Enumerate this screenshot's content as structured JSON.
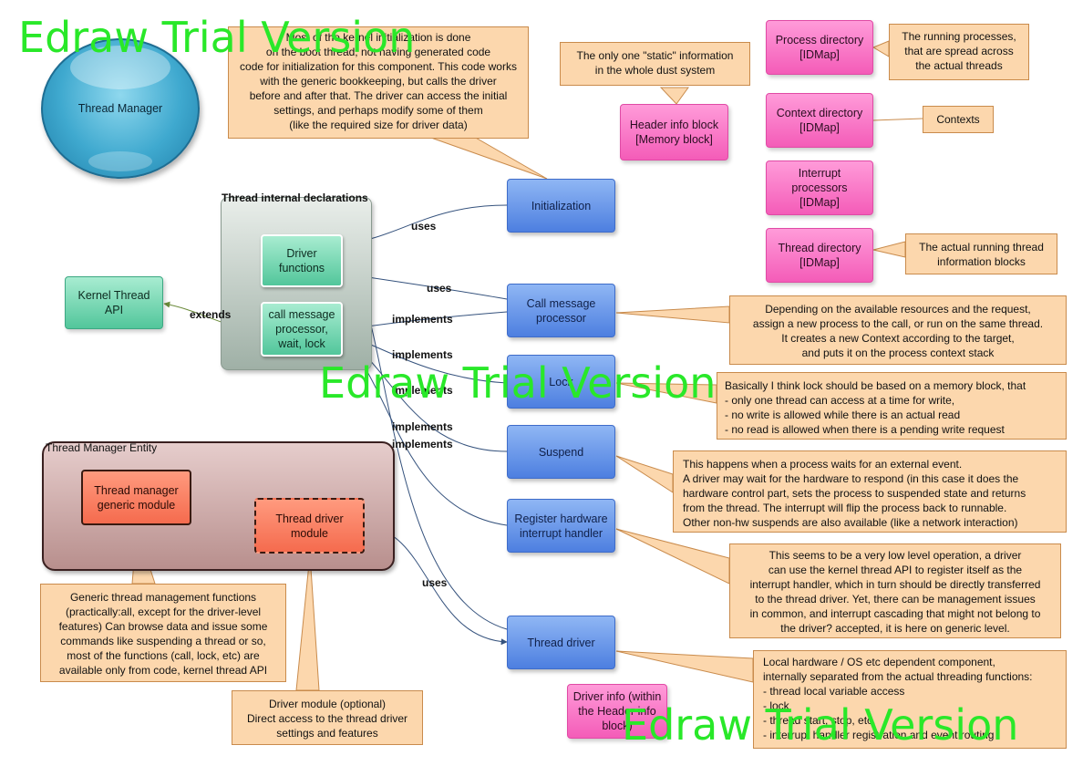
{
  "watermark": "Edraw Trial Version",
  "thread_manager": "Thread Manager",
  "group_declarations": "Thread internal declarations",
  "group_entity": "Thread Manager Entity",
  "nodes": {
    "driver_functions": "Driver functions",
    "call_message_processor_internal": "call message processor, wait, lock",
    "kernel_thread_api": "Kernel Thread API",
    "initialization": "Initialization",
    "call_message_processor": "Call message processor",
    "lock": "Lock",
    "suspend": "Suspend",
    "register_hw_interrupt": "Register hardware interrupt handler",
    "thread_driver": "Thread driver",
    "thread_manager_generic": "Thread manager generic module",
    "thread_driver_module": "Thread driver module",
    "header_info_block": "Header info block [Memory block]",
    "process_directory": "Process directory [IDMap]",
    "context_directory": "Context directory [IDMap]",
    "interrupt_processors": "Interrupt processors [IDMap]",
    "thread_directory": "Thread directory [IDMap]",
    "driver_info": "Driver info (within the Header info block)"
  },
  "edge_labels": {
    "uses_init": "uses",
    "uses_call": "uses",
    "extends": "extends",
    "implements_1": "implements",
    "implements_2": "implements",
    "implements_3": "implements",
    "implements_4": "implements",
    "implements_5": "implements",
    "uses_driver": "uses"
  },
  "notes": {
    "initialization_note": "Most of the kernel initialization is done\non the boot thread, not having generated code\ncode for initialization for this component. This code works\nwith the generic bookkeeping, but calls the driver\nbefore and after that. The driver can access the initial\nsettings, and perhaps modify some of them\n(like the required size for driver data)",
    "static_note": "The only one \"static\" information\nin the whole dust system",
    "process_note": "The running processes,\nthat are spread across\nthe actual threads",
    "contexts_note": "Contexts",
    "thread_dir_note": "The actual running thread\ninformation blocks",
    "call_note": "Depending on the available resources and the request,\nassign a new process to the call, or run on the same thread.\nIt creates a new Context according to the target,\nand puts it on the process context stack",
    "lock_note": "Basically I think lock should be based on a memory block, that\n- only one thread can access at a time for write,\n- no write is allowed while there is an actual read\n- no read is allowed when there is a pending write request",
    "suspend_note": "This happens when a process waits for an external event.\nA driver may wait for the hardware to respond (in this case it does the\nhardware control part, sets the process to suspended state and returns\nfrom the thread. The interrupt will flip the process back to runnable.\nOther non-hw suspends are also available (like a network interaction)",
    "register_note": "This seems to be a very low level operation, a driver\ncan use the kernel thread API to register itself as the\ninterrupt handler, which in turn should be directly transferred\nto the thread driver. Yet, there can be management issues\nin common, and interrupt cascading that might not belong to\nthe driver? accepted, it is here on generic level.",
    "driver_note": "Local hardware / OS etc dependent component,\ninternally separated from the actual threading functions:\n  - thread local variable access\n  - lock\n  - thread start, stop, etc.\n  - interrupt handler registration and event routing",
    "generic_note": "Generic thread management functions\n(practically:all, except for the driver-level\nfeatures) Can browse data and issue some\ncommands like suspending a thread or so,\nmost of the functions (call, lock, etc) are\navailable only from code, kernel thread API",
    "driver_module_note": "Driver module (optional)\nDirect access to the thread driver\nsettings and features"
  },
  "colors": {
    "blue": "#5b8ae6",
    "pink": "#f86cc1",
    "green": "#5fcba3",
    "note": "#fcd7ad",
    "watermark": "#29e829"
  }
}
